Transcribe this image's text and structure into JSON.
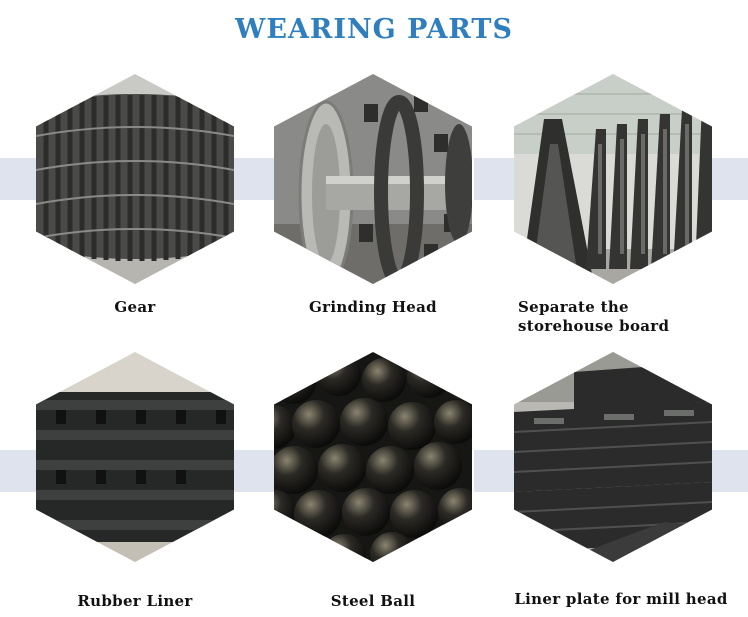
{
  "page": {
    "title": "WEARING PARTS"
  },
  "items": [
    {
      "label": "Gear"
    },
    {
      "label": "Grinding Head"
    },
    {
      "label": "Separate the storehouse board"
    },
    {
      "label": "Rubber Liner"
    },
    {
      "label": "Steel Ball"
    },
    {
      "label": "Liner plate for mill head"
    }
  ]
}
